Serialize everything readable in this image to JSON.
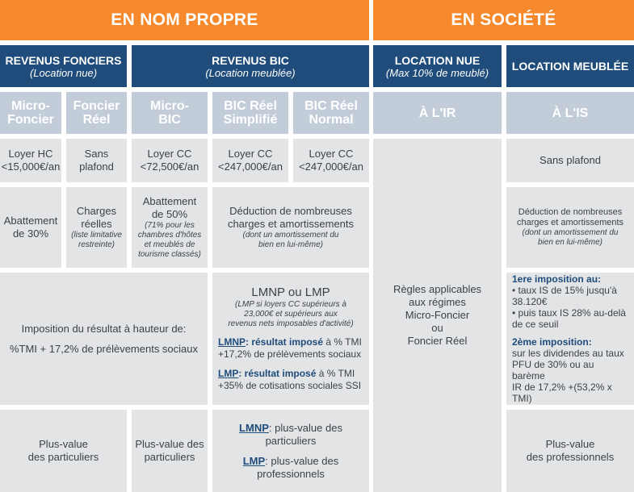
{
  "headers": {
    "nom_propre": "EN NOM PROPRE",
    "societe": "EN SOCIÉTÉ"
  },
  "sections": {
    "revenus_fonciers": {
      "title": "REVENUS FONCIERS",
      "subtitle": "(Location nue)"
    },
    "revenus_bic": {
      "title": "REVENUS BIC",
      "subtitle": "(Location meublée)"
    },
    "location_nue": {
      "title": "LOCATION NUE",
      "subtitle": "(Max 10% de meublé)"
    },
    "location_meublee": {
      "title": "LOCATION MEUBLÉE"
    }
  },
  "regimes": {
    "micro_foncier": {
      "line1": "Micro-",
      "line2": "Foncier"
    },
    "foncier_reel": {
      "line1": "Foncier",
      "line2": "Réel"
    },
    "micro_bic": {
      "line1": "Micro-",
      "line2": "BIC"
    },
    "bic_simplifie": {
      "line1": "BIC Réel",
      "line2": "Simplifié"
    },
    "bic_normal": {
      "line1": "BIC Réel",
      "line2": "Normal"
    },
    "ir": "À L'IR",
    "is": "À L'IS"
  },
  "plafonds": {
    "micro_foncier": {
      "line1": "Loyer HC",
      "line2": "<15,000€/an"
    },
    "foncier_reel": {
      "line1": "Sans",
      "line2": "plafond"
    },
    "micro_bic": {
      "line1": "Loyer CC",
      "line2": "<72,500€/an"
    },
    "bic_simplifie": {
      "line1": "Loyer CC",
      "line2": "<247,000€/an"
    },
    "bic_normal": {
      "line1": "Loyer CC",
      "line2": "<247,000€/an"
    },
    "is": "Sans plafond"
  },
  "charges": {
    "micro_foncier": {
      "line1": "Abattement",
      "line2": "de 30%"
    },
    "foncier_reel": {
      "line1": "Charges",
      "line2": "réelles",
      "note1": "(liste limitative",
      "note2": "restreinte)"
    },
    "micro_bic": {
      "line1": "Abattement",
      "line2": "de 50%",
      "note1": "(71% pour les",
      "note2": "chambres d'hôtes",
      "note3": "et meublés de",
      "note4": "tourisme classés)"
    },
    "bic_reel": {
      "line1": "Déduction de nombreuses",
      "line2": "charges et amortissements",
      "note1": "(dont un amortissement du",
      "note2": "bien en lui-même)"
    },
    "is": {
      "line1": "Déduction de nombreuses",
      "line2": "charges et amortissements",
      "note1": "(dont un amortissement du",
      "note2": "bien en lui-même)"
    }
  },
  "imposition": {
    "micro": {
      "line1": "Imposition du résultat à hauteur de:",
      "line2": "%TMI + 17,2% de prélèvements sociaux"
    },
    "bic_reel": {
      "title": "LMNP ou LMP",
      "note1": "(LMP si loyers CC supérieurs à",
      "note2": "23,000€ et supérieurs aux",
      "note3": "revenus nets imposables d'activité)",
      "lmnp_label": "LMNP",
      "lmnp_bold": ": résultat imposé",
      "lmnp_rest1": " à % TMI",
      "lmnp_rest2": "+17,2% de prélèvements sociaux",
      "lmp_label": "LMP",
      "lmp_bold": ": résultat imposé",
      "lmp_rest1": " à % TMI",
      "lmp_rest2": "+35% de cotisations sociales SSI"
    },
    "ir": {
      "line1": "Règles applicables",
      "line2": "aux régimes",
      "line3": "Micro-Foncier",
      "line4": "ou",
      "line5": "Foncier Réel"
    },
    "is": {
      "first_title": "1ere imposition au:",
      "first_l1": "• taux IS de 15% jusqu'à",
      "first_l2": "38.120€",
      "first_l3": "• puis taux IS 28% au-delà",
      "first_l4": "de ce seuil",
      "second_title": "2ème imposition:",
      "second_l1": "sur les dividendes au taux",
      "second_l2": "PFU de 30% ou au barème",
      "second_l3": "IR de 17,2% +(53,2% x TMI)"
    }
  },
  "plus_value": {
    "foncier": {
      "line1": "Plus-value",
      "line2": "des particuliers"
    },
    "micro_bic": {
      "line1": "Plus-value des",
      "line2": "particuliers"
    },
    "bic_reel": {
      "lmnp_label": "LMNP",
      "lmnp_l1": ": plus-value des",
      "lmnp_l2": "particuliers",
      "lmp_label": "LMP",
      "lmp_l1": ": plus-value des",
      "lmp_l2": "professionnels"
    },
    "is": {
      "line1": "Plus-value",
      "line2": "des professionnels"
    }
  }
}
